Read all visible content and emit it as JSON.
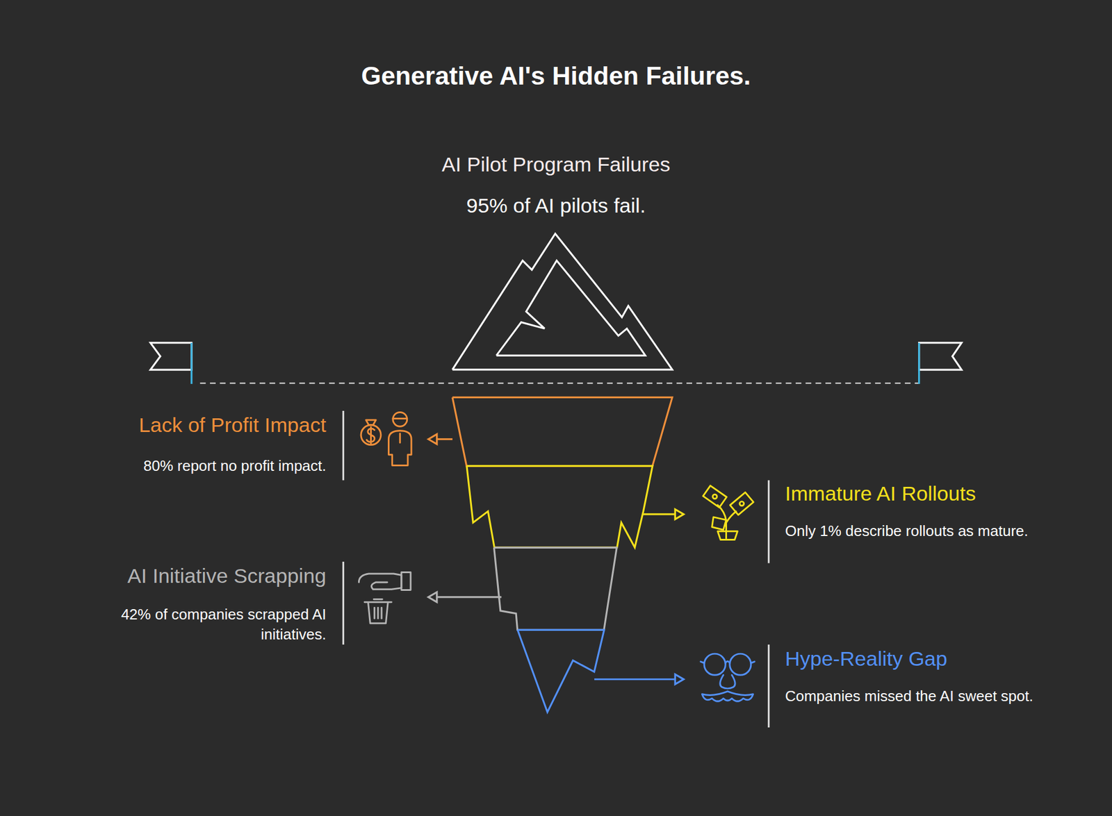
{
  "diagram": {
    "title": "Generative AI's Hidden Failures.",
    "nodes": [
      {
        "text": [
          "AI Pilot Program Failures",
          "95% of AI pilots fail."
        ]
      },
      {
        "text": [
          "Lack of Profit Impact",
          "80% report no profit impact."
        ]
      },
      {
        "text": [
          "Immature AI Rollouts",
          "Only 1% describe rollouts as mature."
        ]
      },
      {
        "text": [
          "AI Initiative Scrapping",
          "42% of companies scrapped AI initiatives."
        ]
      },
      {
        "text": [
          "Hype-Reality Gap",
          "Companies missed the AI sweet spot."
        ]
      }
    ]
  }
}
